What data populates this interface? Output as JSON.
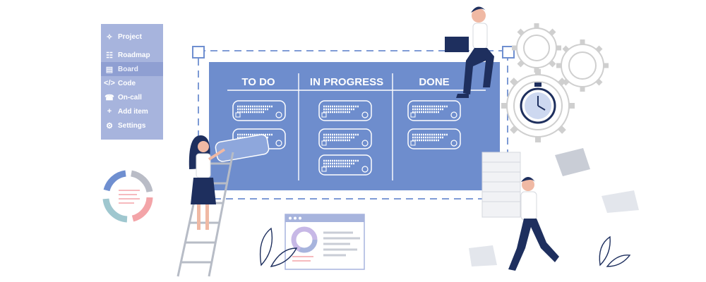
{
  "menu": {
    "items": [
      {
        "label": "Project",
        "icon": "lightbulb-icon",
        "active": false
      },
      {
        "label": "Roadmap",
        "icon": "roadmap-icon",
        "active": false
      },
      {
        "label": "Board",
        "icon": "board-icon",
        "active": true
      },
      {
        "label": "Code",
        "icon": "code-icon",
        "active": false
      },
      {
        "label": "On-call",
        "icon": "phone-icon",
        "active": false
      },
      {
        "label": "Add item",
        "icon": "plus-icon",
        "active": false
      },
      {
        "label": "Settings",
        "icon": "gear-icon",
        "active": false
      }
    ]
  },
  "board": {
    "columns": [
      {
        "title": "TO DO",
        "cards": 2
      },
      {
        "title": "IN PROGRESS",
        "cards": 3
      },
      {
        "title": "DONE",
        "cards": 2
      }
    ]
  },
  "colors": {
    "board": "#6e8dcd",
    "menu": "#a7b4dd",
    "menu_active": "#8f9fd2",
    "navy": "#1e2f5e",
    "cycle_blue": "#6f8fd0",
    "cycle_pink": "#f3a4a8",
    "cycle_grey": "#b9bcc6",
    "cycle_teal": "#9fc7cf",
    "gear_stroke": "#d0d0d0"
  }
}
